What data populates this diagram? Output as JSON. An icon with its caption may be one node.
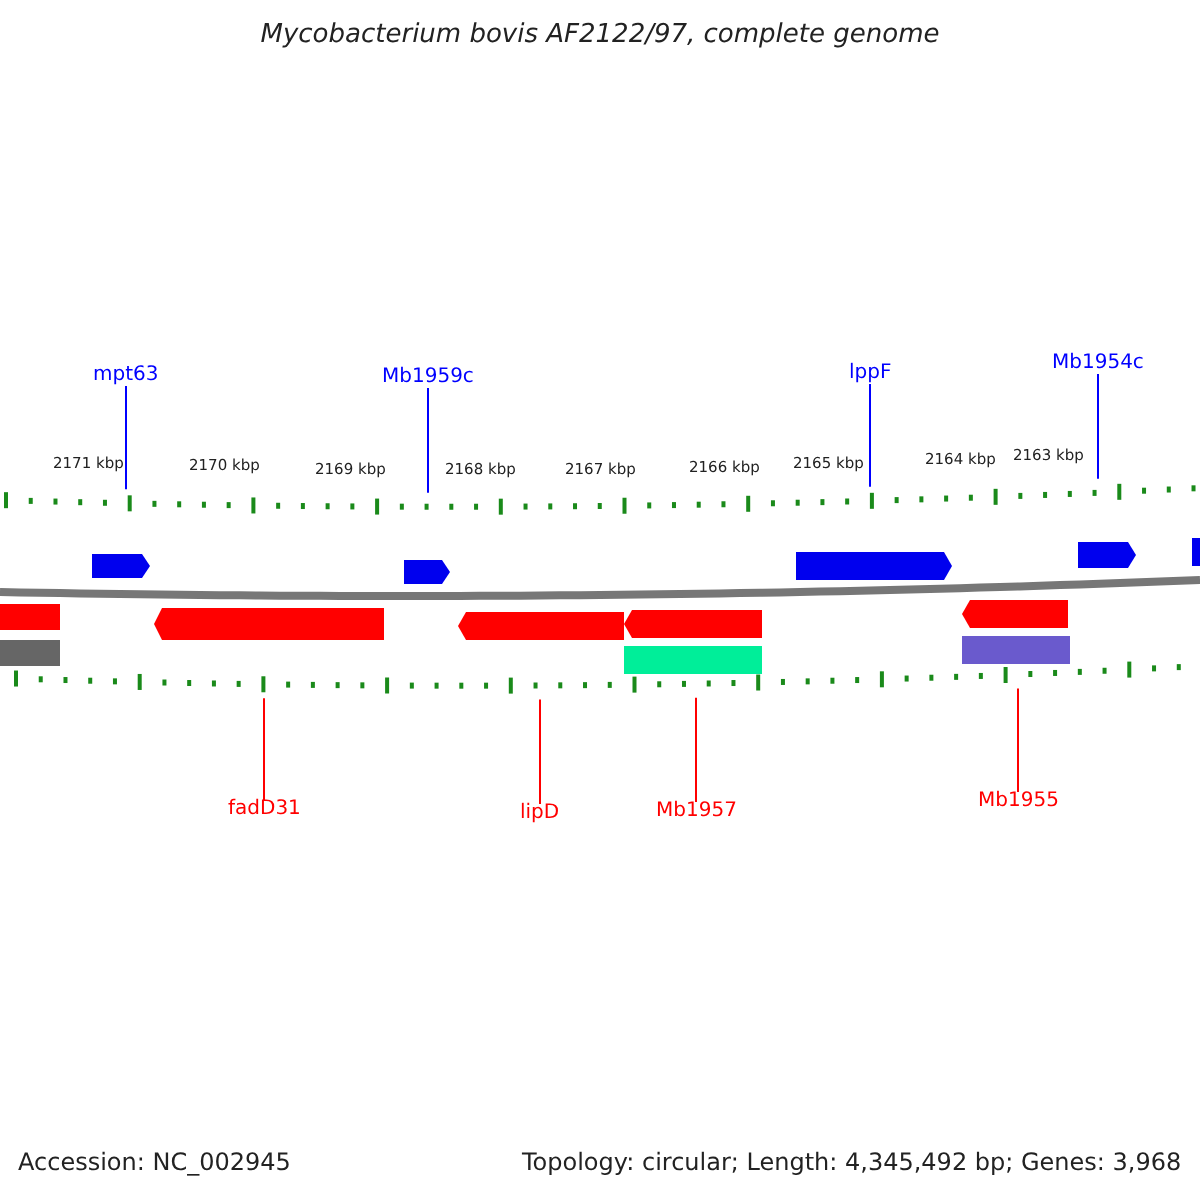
{
  "diagram": {
    "title": "Mycobacterium bovis AF2122/97, complete genome",
    "nodes": [
      {
        "text": [
          "mpt63"
        ]
      },
      {
        "text": [
          "Mb1959c"
        ]
      },
      {
        "text": [
          "lppF"
        ]
      },
      {
        "text": [
          "Mb1954c"
        ]
      },
      {
        "text": [
          "fadD31"
        ]
      },
      {
        "text": [
          "lipD"
        ]
      },
      {
        "text": [
          "Mb1957"
        ]
      },
      {
        "text": [
          "Mb1955"
        ]
      }
    ],
    "edges": [
      {
        "from": 0,
        "to": null,
        "arrow": "none",
        "color": "#0000ff"
      },
      {
        "from": 1,
        "to": null,
        "arrow": "none",
        "color": "#0000ff"
      },
      {
        "from": 2,
        "to": null,
        "arrow": "none",
        "color": "#0000ff"
      },
      {
        "from": 3,
        "to": null,
        "arrow": "none",
        "color": "#0000ff"
      },
      {
        "from": 4,
        "to": null,
        "arrow": "none",
        "color": "#ff0000"
      },
      {
        "from": 5,
        "to": null,
        "arrow": "none",
        "color": "#ff0000"
      },
      {
        "from": 6,
        "to": null,
        "arrow": "none",
        "color": "#ff0000"
      },
      {
        "from": 7,
        "to": null,
        "arrow": "none",
        "color": "#ff0000"
      }
    ],
    "labels": [
      "2171 kbp",
      "2170 kbp",
      "2169 kbp",
      "2168 kbp",
      "2167 kbp",
      "2166 kbp",
      "2165 kbp",
      "2164 kbp",
      "2163 kbp",
      "Accession: NC_002945",
      "Topology: circular; Length: 4,345,492 bp; Genes: 3,968"
    ]
  }
}
